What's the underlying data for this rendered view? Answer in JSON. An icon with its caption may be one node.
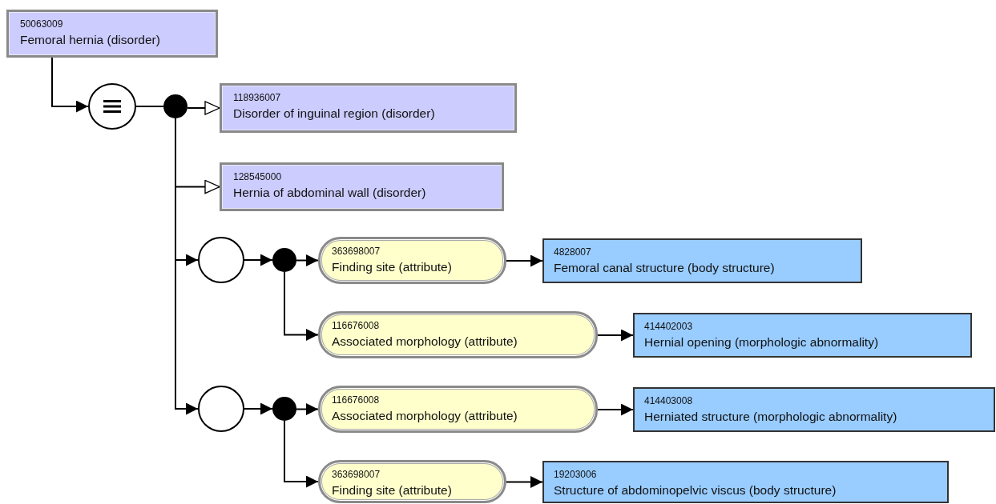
{
  "diagram": {
    "nodes": [
      {
        "text": [
          "50063009",
          "Femoral hernia (disorder)"
        ]
      },
      {
        "text": [],
        "shape": "circle"
      },
      {
        "text": [],
        "shape": "dot"
      },
      {
        "text": [
          "118936007",
          "Disorder of inguinal region (disorder)"
        ]
      },
      {
        "text": [
          "128545000",
          "Hernia of abdominal wall (disorder)"
        ]
      },
      {
        "text": [],
        "shape": "circle"
      },
      {
        "text": [],
        "shape": "dot"
      },
      {
        "text": [
          "363698007",
          "Finding site (attribute)"
        ]
      },
      {
        "text": [
          "4828007",
          "Femoral canal structure (body structure)"
        ]
      },
      {
        "text": [
          "116676008",
          "Associated morphology (attribute)"
        ]
      },
      {
        "text": [
          "414402003",
          "Hernial opening (morphologic abnormality)"
        ]
      },
      {
        "text": [],
        "shape": "circle"
      },
      {
        "text": [],
        "shape": "dot"
      },
      {
        "text": [
          "116676008",
          "Associated morphology (attribute)"
        ]
      },
      {
        "text": [
          "414403008",
          "Herniated structure (morphologic abnormality)"
        ]
      },
      {
        "text": [
          "363698007",
          "Finding site (attribute)"
        ]
      },
      {
        "text": [
          "19203006",
          "Structure of abdominopelvic viscus (body structure)"
        ]
      }
    ],
    "edges": [
      {
        "from": 0,
        "to": 1,
        "arrow": "to"
      },
      {
        "from": 1,
        "to": 2,
        "arrow": "none"
      },
      {
        "from": 2,
        "to": 3,
        "arrow": "to"
      },
      {
        "from": 2,
        "to": 4,
        "arrow": "to"
      },
      {
        "from": 2,
        "to": 5,
        "arrow": "to"
      },
      {
        "from": 2,
        "to": 11,
        "arrow": "to"
      },
      {
        "from": 5,
        "to": 6,
        "arrow": "to"
      },
      {
        "from": 6,
        "to": 7,
        "arrow": "to"
      },
      {
        "from": 6,
        "to": 9,
        "arrow": "to"
      },
      {
        "from": 7,
        "to": 8,
        "arrow": "to"
      },
      {
        "from": 9,
        "to": 10,
        "arrow": "to"
      },
      {
        "from": 11,
        "to": 12,
        "arrow": "to"
      },
      {
        "from": 12,
        "to": 13,
        "arrow": "to"
      },
      {
        "from": 12,
        "to": 15,
        "arrow": "to"
      },
      {
        "from": 13,
        "to": 14,
        "arrow": "to"
      },
      {
        "from": 15,
        "to": 16,
        "arrow": "to"
      }
    ]
  }
}
